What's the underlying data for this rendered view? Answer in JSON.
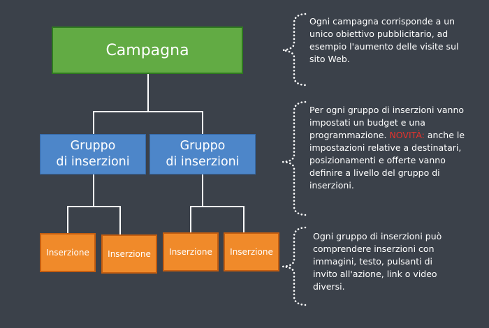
{
  "diagram": {
    "campaign": {
      "label": "Campagna"
    },
    "ad_sets": [
      {
        "label_line1": "Gruppo",
        "label_line2": "di inserzioni"
      },
      {
        "label_line1": "Gruppo",
        "label_line2": "di inserzioni"
      }
    ],
    "ads": [
      {
        "label": "Inserzione"
      },
      {
        "label": "Inserzione"
      },
      {
        "label": "Inserzione"
      },
      {
        "label": "Inserzione"
      }
    ],
    "notes": [
      {
        "text": "Ogni campagna corrisponde a un unico obiettivo pubblicitario, ad esempio l'aumento delle visite sul sito Web."
      },
      {
        "text_before": "Per ogni gruppo di inserzioni vanno impostati un budget e una programmazione.",
        "highlight": "NOVITÀ:",
        "text_after": " anche le impostazioni relative a destinatari, posizionamenti e offerte vanno definire a livello del gruppo di inserzioni."
      },
      {
        "text": "Ogni gruppo di inserzioni può comprendere inserzioni con immagini, testo, pulsanti di invito all'azione, link o video diversi."
      }
    ],
    "colors": {
      "background": "#3b414a",
      "campaign": "#62ab44",
      "ad_set": "#4d86c9",
      "ad": "#f08a2a",
      "connector": "#ffffff",
      "highlight": "#e8322c"
    }
  }
}
